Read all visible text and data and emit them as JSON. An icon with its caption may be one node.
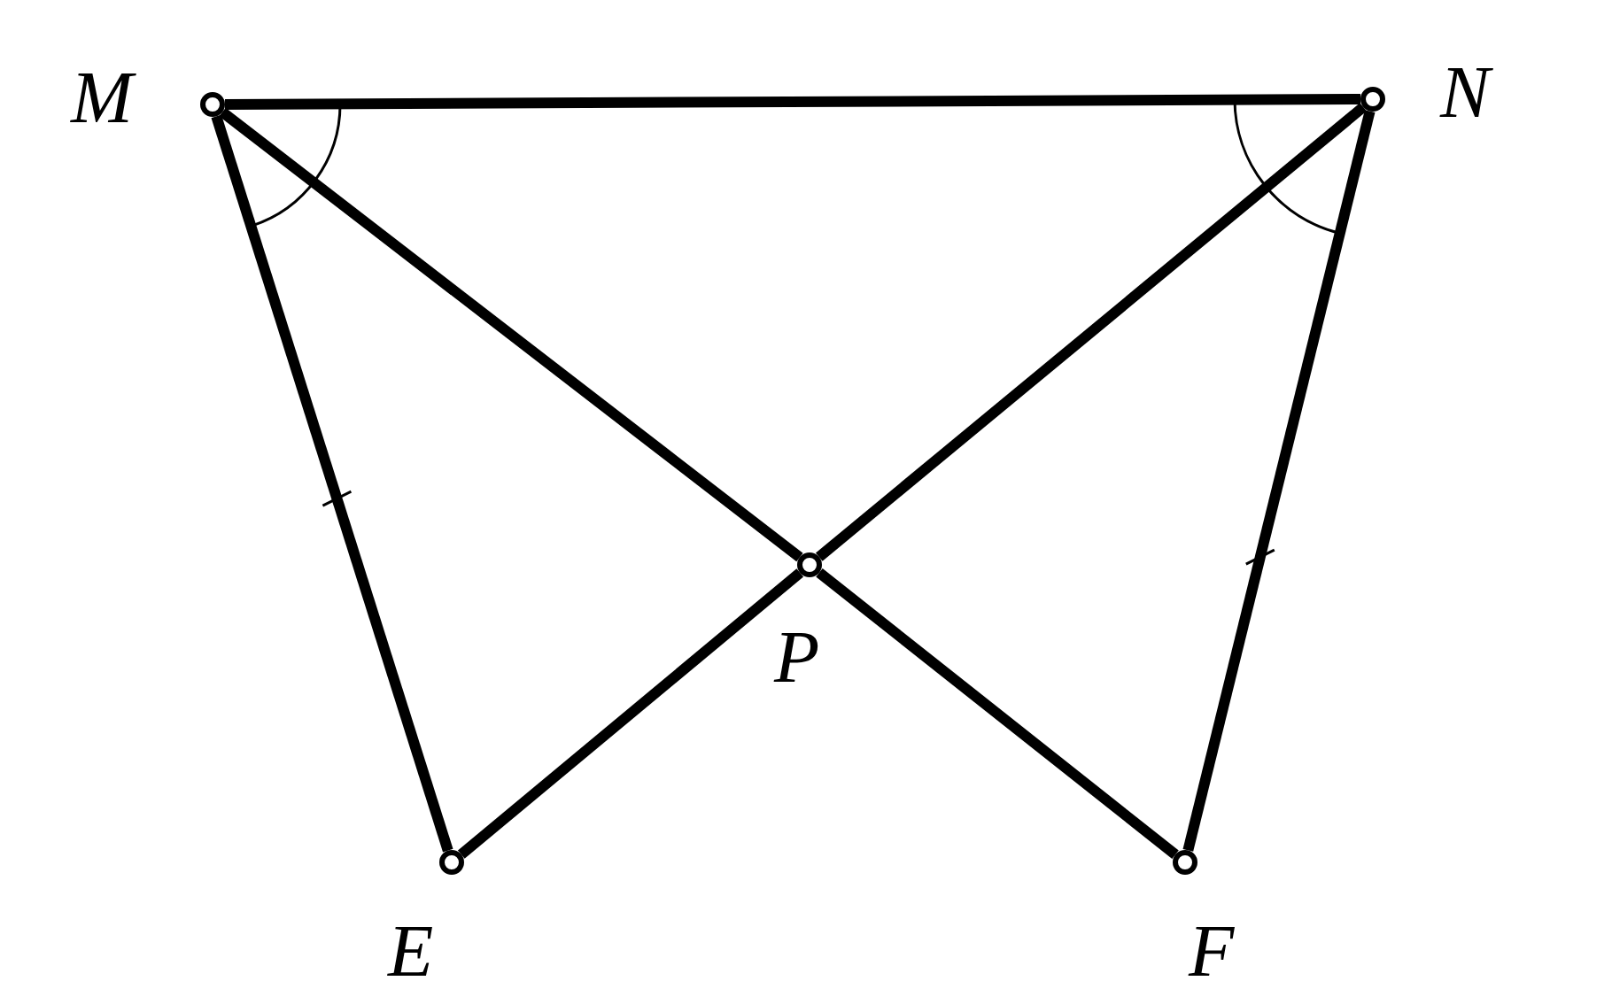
{
  "diagram": {
    "nodes": [
      {
        "text": [
          "M"
        ]
      },
      {
        "text": [
          "N"
        ]
      },
      {
        "text": [
          "P"
        ]
      },
      {
        "text": [
          "E"
        ]
      },
      {
        "text": [
          "F"
        ]
      }
    ],
    "edges": [
      {
        "from": 0,
        "to": 1,
        "arrow": "none"
      },
      {
        "from": 0,
        "to": 2,
        "arrow": "none"
      },
      {
        "from": 2,
        "to": 4,
        "arrow": "none"
      },
      {
        "from": 1,
        "to": 2,
        "arrow": "none"
      },
      {
        "from": 2,
        "to": 3,
        "arrow": "none"
      },
      {
        "from": 0,
        "to": 3,
        "arrow": "none"
      },
      {
        "from": 1,
        "to": 4,
        "arrow": "none"
      }
    ]
  }
}
